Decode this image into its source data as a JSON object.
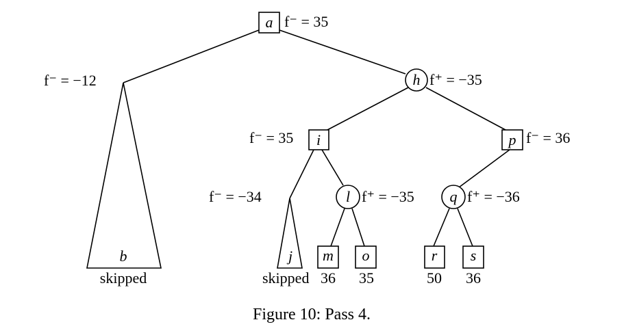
{
  "nodes": {
    "a": {
      "label": "a",
      "annotation": "f⁻ = 35"
    },
    "b": {
      "label": "b",
      "annotation": "f⁻ = −12",
      "note": "skipped"
    },
    "h": {
      "label": "h",
      "annotation": "f⁺ = −35"
    },
    "i": {
      "label": "i",
      "annotation": "f⁻ = 35"
    },
    "p": {
      "label": "p",
      "annotation": "f⁻ = 36"
    },
    "j": {
      "label": "j",
      "annotation": "f⁻ = −34",
      "note": "skipped"
    },
    "l": {
      "label": "l",
      "annotation": "f⁺ = −35"
    },
    "q": {
      "label": "q",
      "annotation": "f⁺ = −36"
    },
    "m": {
      "label": "m",
      "value": "36"
    },
    "o": {
      "label": "o",
      "value": "35"
    },
    "r": {
      "label": "r",
      "value": "50"
    },
    "s": {
      "label": "s",
      "value": "36"
    }
  },
  "caption": "Figure 10: Pass 4."
}
